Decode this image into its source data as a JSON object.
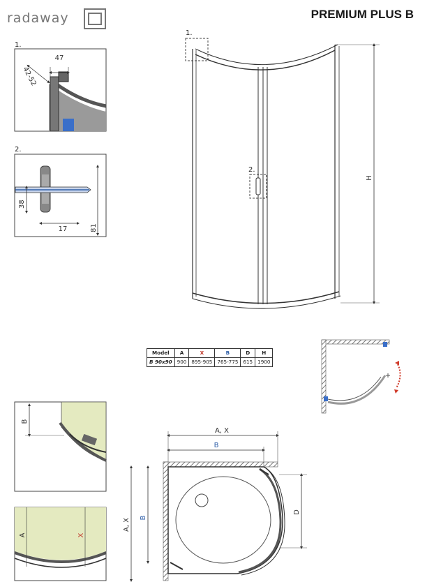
{
  "brand": {
    "name": "radaway"
  },
  "product": {
    "title": "PREMIUM PLUS B"
  },
  "details": {
    "d1": {
      "number": "1.",
      "dim_angle": "42-52",
      "dim_width": "47"
    },
    "d2": {
      "number": "2.",
      "dim_height": "38",
      "dim_width": "17",
      "dim_total": "81"
    }
  },
  "front": {
    "marker1": "1.",
    "marker2": "2.",
    "height_label": "H"
  },
  "table": {
    "headers": [
      "Model",
      "A",
      "X",
      "B",
      "D",
      "H"
    ],
    "row": [
      "B 90x90",
      "900",
      "895-905",
      "765-775",
      "615",
      "1900"
    ]
  },
  "plan": {
    "label_ax": "A, X",
    "label_b": "B",
    "label_d": "D"
  },
  "side": {
    "label_b": "B",
    "label_a": "A",
    "label_x": "X"
  },
  "colors": {
    "blue_label": "#2f5fa8",
    "red_label": "#c0392b",
    "wall_hatch": "#555555",
    "tray_fill": "#e4eac0"
  }
}
